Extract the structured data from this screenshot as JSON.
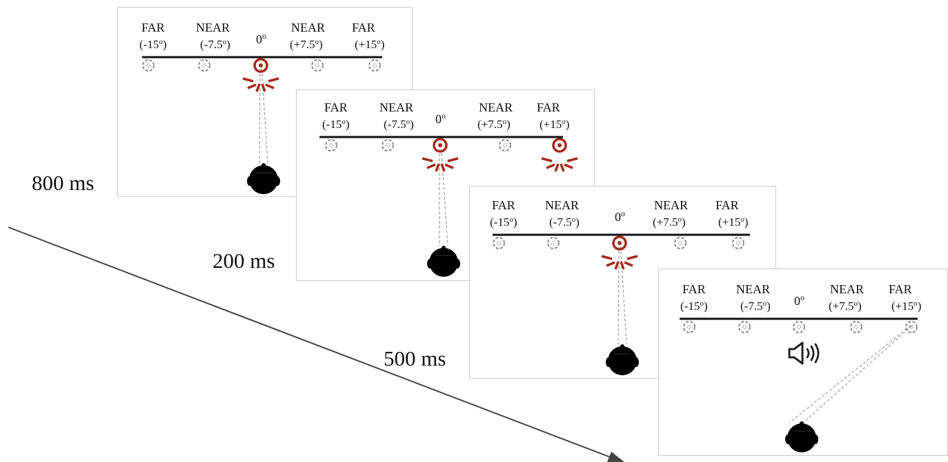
{
  "labels": {
    "far": "FAR",
    "near": "NEAR",
    "zero": "0",
    "deg": "o",
    "neg15": "(-15",
    "neg75": "(-7.5",
    "pos75": "(+7.5",
    "pos15": "(+15",
    "close_paren": ")"
  },
  "timings": [
    "800 ms",
    "200 ms",
    "500 ms"
  ],
  "stimuli": [
    {
      "step": 1,
      "duration": "800 ms",
      "lit_positions": [
        "0"
      ],
      "sound": false
    },
    {
      "step": 2,
      "duration": "200 ms",
      "lit_positions": [
        "0",
        "+15"
      ],
      "sound": false
    },
    {
      "step": 3,
      "duration": "500 ms",
      "lit_positions": [
        "0"
      ],
      "sound": false
    },
    {
      "step": 4,
      "duration": "",
      "lit_positions": [],
      "sound": true,
      "sound_source": "+15"
    }
  ],
  "colors": {
    "led_active": "#a32a1c",
    "led_inactive": "#888888",
    "line": "#111111",
    "panel_border": "#c9c9c9",
    "gaze": "#9a9a9a"
  },
  "icons": {
    "led": "led-icon",
    "head": "head-icon",
    "speaker": "speaker-icon",
    "arrow": "time-arrow"
  }
}
